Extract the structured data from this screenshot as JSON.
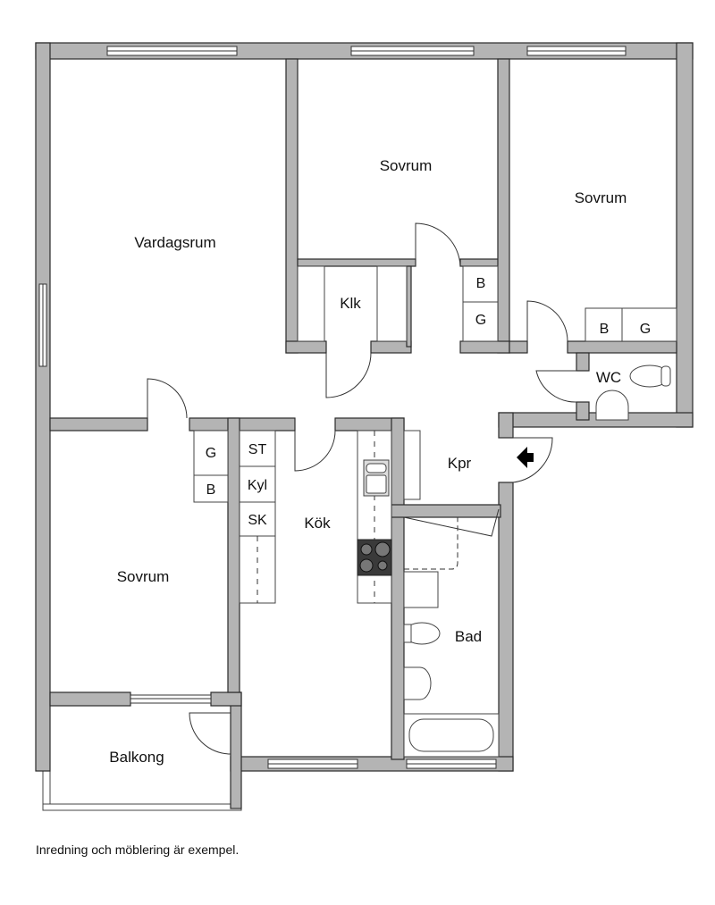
{
  "rooms": {
    "vardagsrum": "Vardagsrum",
    "sovrum_top": "Sovrum",
    "sovrum_right": "Sovrum",
    "sovrum_left": "Sovrum",
    "klk": "Klk",
    "wc": "WC",
    "kpr": "Kpr",
    "kok": "Kök",
    "bad": "Bad",
    "balkong": "Balkong"
  },
  "storage": {
    "b1": "B",
    "g1": "G",
    "b2": "B",
    "g2": "G",
    "g3": "G",
    "b3": "B",
    "st": "ST",
    "kyl": "Kyl",
    "sk": "SK"
  },
  "note": "Inredning och möblering är exempel.",
  "colors": {
    "wall": "#b4b4b4",
    "outline": "#2a2a2a",
    "stove": "#3a3a3a"
  }
}
